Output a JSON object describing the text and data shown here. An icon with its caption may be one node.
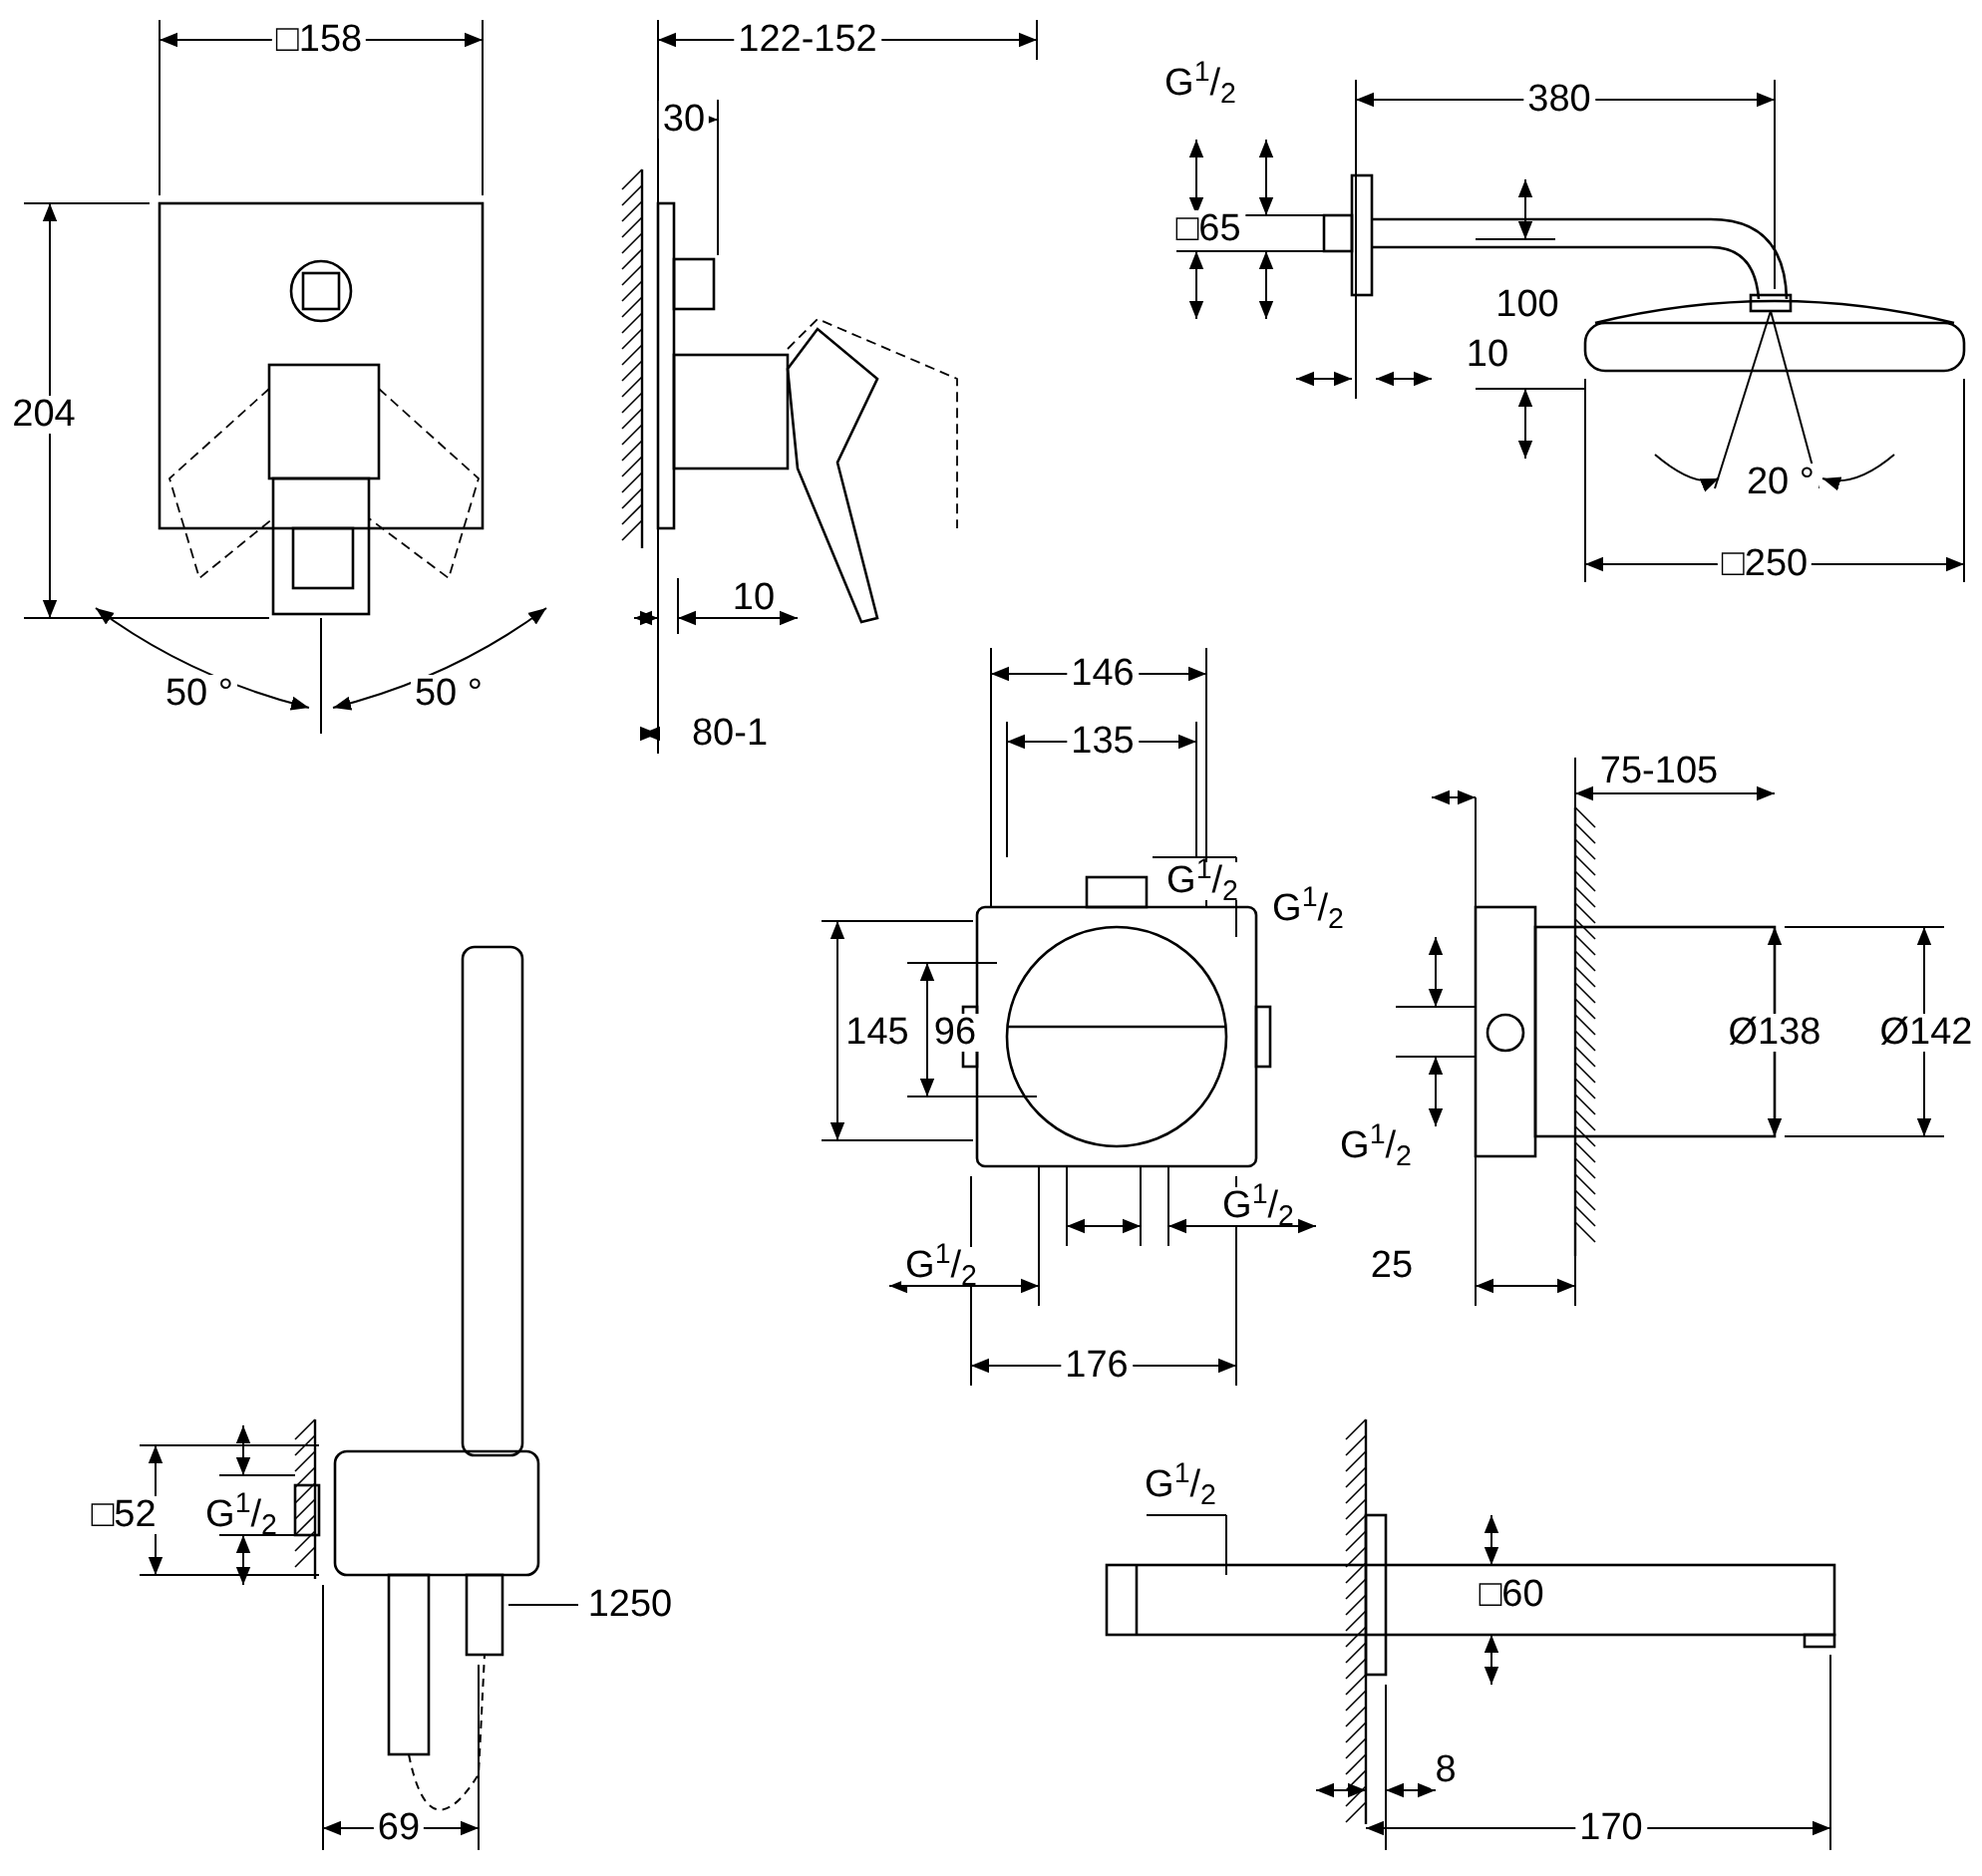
{
  "diagram": {
    "labels": [
      "□158",
      "122-152",
      "G$^{1}$/$_{2}$",
      "380",
      "30",
      "□65",
      "204",
      "100",
      "10",
      "20 °",
      "50 °",
      "50 °",
      "10",
      "□250",
      "80-1",
      "146",
      "135",
      "G$^{1}$/$_{2}$",
      "75-105",
      "G$^{1}$/$_{2}$",
      "145",
      "96",
      "Ø138",
      "Ø142",
      "G$^{1}$/$_{2}$",
      "G$^{1}$/$_{2}$",
      "G$^{1}$/$_{2}$",
      "25",
      "176",
      "G$^{1}$/$_{2}$",
      "□52",
      "G$^{1}$/$_{2}$",
      "1250",
      "□60",
      "8",
      "69",
      "170"
    ]
  }
}
